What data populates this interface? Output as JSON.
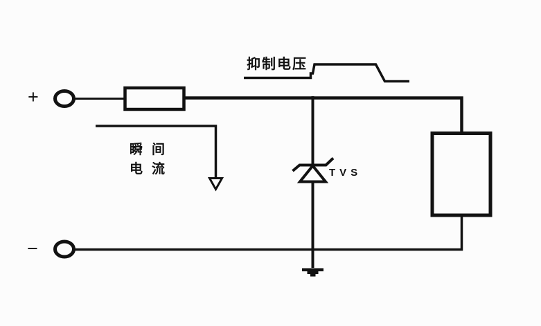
{
  "diagram": {
    "colors": {
      "stroke": "#121212",
      "background": "#fcfcfc"
    },
    "terminals": {
      "positive_label": "+",
      "negative_label": "−"
    },
    "labels": {
      "suppression_voltage": "抑制电压",
      "transient_current_line1": "瞬间",
      "transient_current_line2": "电流",
      "tvs": "TVS"
    },
    "components": [
      {
        "name": "series-resistor-symbol",
        "type": "resistor"
      },
      {
        "name": "tvs-diode-symbol",
        "type": "tvs-diode"
      },
      {
        "name": "load-box-symbol",
        "type": "load"
      },
      {
        "name": "ground-symbol",
        "type": "earth-ground"
      },
      {
        "name": "suppression-voltage-waveform",
        "type": "clamped-pulse-waveform"
      },
      {
        "name": "transient-current-arrow",
        "type": "current-flow-arrow"
      }
    ]
  }
}
